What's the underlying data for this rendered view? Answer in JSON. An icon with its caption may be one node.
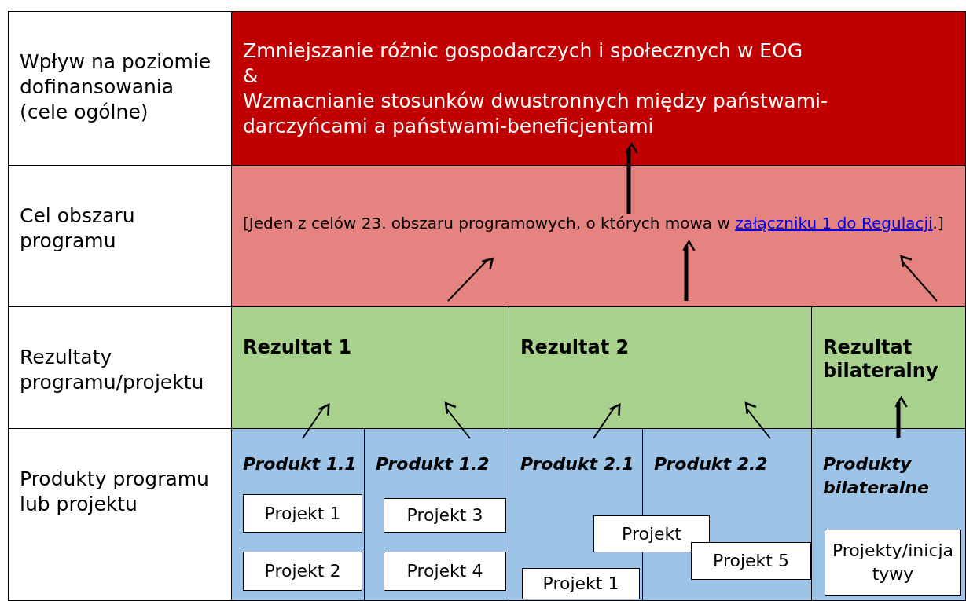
{
  "diagram": {
    "nodes": [
      {
        "text": [
          "Wpływ na poziomie dofinansowania (cele ogólne)"
        ]
      },
      {
        "text": [
          "Zmniejszanie różnic gospodarczych i społecznych w EOG",
          "&",
          "Wzmacnianie stosunków dwustronnych między państwami-darczyńcami a państwami-beneficjentami"
        ]
      },
      {
        "text": [
          "Cel obszaru programu"
        ]
      },
      {
        "text": [
          "[Jeden z celów 23. obszaru programowych, o których mowa w",
          "załączniku 1 do Regulacji",
          ".]"
        ]
      },
      {
        "text": [
          "Rezultaty programu/projektu"
        ]
      },
      {
        "text": [
          "Rezultat 1"
        ]
      },
      {
        "text": [
          "Rezultat 2"
        ]
      },
      {
        "text": [
          "Rezultat bilateralny"
        ]
      },
      {
        "text": [
          "Produkty programu lub projektu"
        ]
      },
      {
        "text": [
          "Produkt 1.1"
        ]
      },
      {
        "text": [
          "Projekt 1"
        ],
        "in": 9
      },
      {
        "text": [
          "Projekt 2"
        ],
        "in": 9
      },
      {
        "text": [
          "Produkt 1.2"
        ]
      },
      {
        "text": [
          "Projekt 3"
        ],
        "in": 12
      },
      {
        "text": [
          "Projekt 4"
        ],
        "in": 12
      },
      {
        "text": [
          "Produkt 2.1"
        ]
      },
      {
        "text": [
          "Projekt"
        ]
      },
      {
        "text": [
          "Projekt 1"
        ],
        "in": 15
      },
      {
        "text": [
          "Produkt 2.2"
        ]
      },
      {
        "text": [
          "Projekt 5"
        ],
        "in": 18
      },
      {
        "text": [
          "Produkty bilateralne"
        ]
      },
      {
        "text": [
          "Projekty/inicjatywy"
        ],
        "in": 20
      }
    ],
    "edges": [
      {
        "from": 3,
        "to": 1,
        "arrow": "to",
        "style": "thick"
      },
      {
        "from": 5,
        "to": 3,
        "arrow": "to"
      },
      {
        "from": 6,
        "to": 3,
        "arrow": "to",
        "style": "thick"
      },
      {
        "from": 7,
        "to": 3,
        "arrow": "to"
      },
      {
        "from": 9,
        "to": 5,
        "arrow": "to"
      },
      {
        "from": 12,
        "to": 5,
        "arrow": "to"
      },
      {
        "from": 15,
        "to": 6,
        "arrow": "to"
      },
      {
        "from": 18,
        "to": 6,
        "arrow": "to"
      },
      {
        "from": 20,
        "to": 7,
        "arrow": "to",
        "style": "thick"
      }
    ]
  }
}
